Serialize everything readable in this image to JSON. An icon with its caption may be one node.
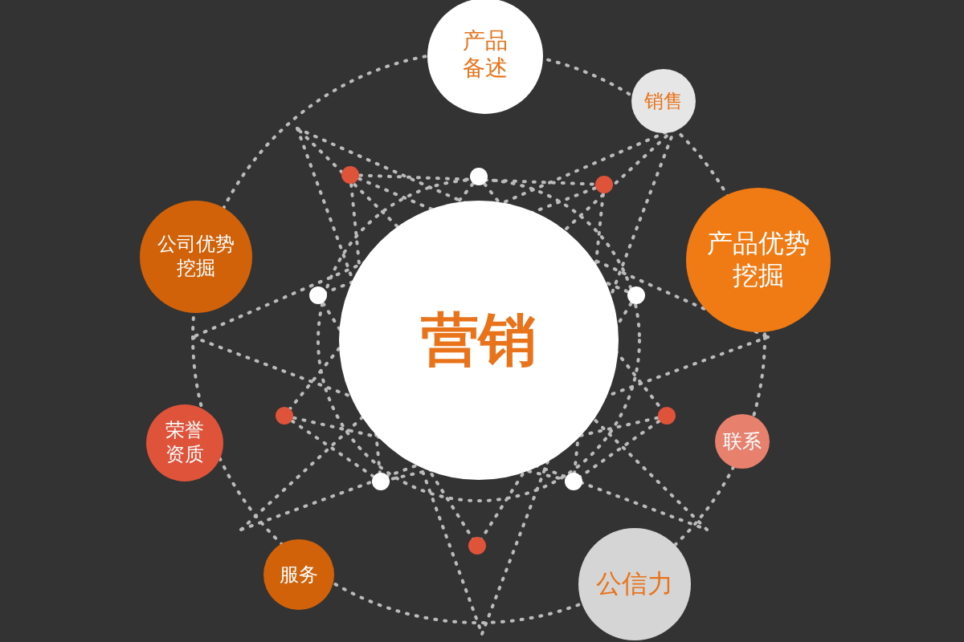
{
  "diagram": {
    "nodes": [
      {
        "text": [
          "产品备述"
        ]
      },
      {
        "text": [
          "销售"
        ]
      },
      {
        "text": [
          "公司优势挖掘"
        ]
      },
      {
        "text": [
          "产品优势挖掘"
        ]
      },
      {
        "text": [
          "营销"
        ]
      },
      {
        "text": [
          "荣誉资质"
        ]
      },
      {
        "text": [
          "联系"
        ]
      },
      {
        "text": [
          "服务"
        ]
      },
      {
        "text": [
          "公信力"
        ]
      }
    ]
  }
}
